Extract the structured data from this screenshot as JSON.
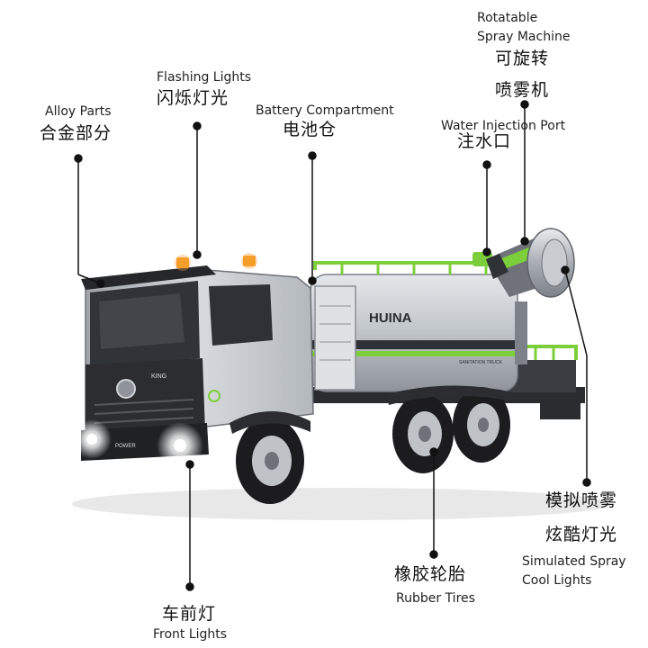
{
  "callouts": {
    "alloy_parts": {
      "en": "Alloy Parts",
      "cn": "合金部分"
    },
    "flashing_lights": {
      "en": "Flashing Lights",
      "cn": "闪烁灯光"
    },
    "battery": {
      "en": "Battery Compartment",
      "cn": "电池仓"
    },
    "spray_machine": {
      "en1": "Rotatable",
      "en2": "Spray Machine",
      "cn1": "可旋转",
      "cn2": "喷雾机"
    },
    "water_port": {
      "en": "Water Injection Port",
      "cn": "注水口"
    },
    "spray_lights": {
      "cn1": "模拟喷雾",
      "cn2": "炫酷灯光",
      "en1": "Simulated Spray",
      "en2": "Cool Lights"
    },
    "rubber_tires": {
      "cn": "橡胶轮胎",
      "en": "Rubber Tires"
    },
    "front_lights": {
      "cn": "车前灯",
      "en": "Front Lights"
    }
  },
  "truck": {
    "tank_brand": "HUINA",
    "tank_sub": "SANITATION TRUCK",
    "grille_brand": "KING",
    "plate": "POWER",
    "colors": {
      "cab": "#c9cdd2",
      "cab_dark": "#2b2d31",
      "tank": "#b9bec4",
      "accent_green": "#7ccf3a",
      "stripe_dark": "#2e3135",
      "tire": "#1c1c1e",
      "rim": "#bfc3c8",
      "amber": "#f0a020",
      "lamp": "#ffffff"
    }
  }
}
